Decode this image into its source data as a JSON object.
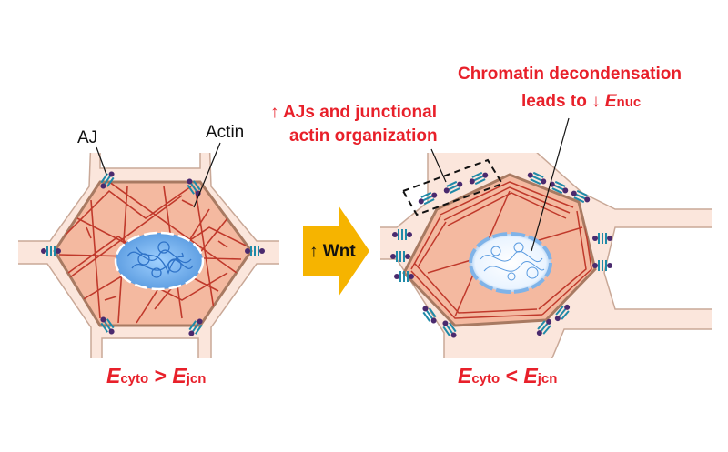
{
  "labels": {
    "aj": "AJ",
    "actin": "Actin",
    "aj_increase_line1": "↑ AJs and junctional",
    "aj_increase_line2": "actin organization",
    "chromatin_line1": "Chromatin decondensation",
    "chromatin_line2_prefix": "leads to ↓ ",
    "chromatin_line2_E": "E",
    "chromatin_line2_sub": "nuc",
    "wnt": "↑ Wnt"
  },
  "equations": {
    "left": {
      "e1": "E",
      "sub1": "cyto",
      "op": " > ",
      "e2": "E",
      "sub2": "jcn"
    },
    "right": {
      "e1": "E",
      "sub1": "cyto",
      "op": " < ",
      "e2": "E",
      "sub2": "jcn"
    }
  },
  "colors": {
    "background_tissue": "#fbe6dc",
    "cell_fill": "#f4b9a0",
    "cell_border": "#a87a62",
    "actin": "#c0392b",
    "nucleus": "#7fb3e8",
    "annotation_red": "#e8202a",
    "wnt_arrow": "#f6b400"
  }
}
